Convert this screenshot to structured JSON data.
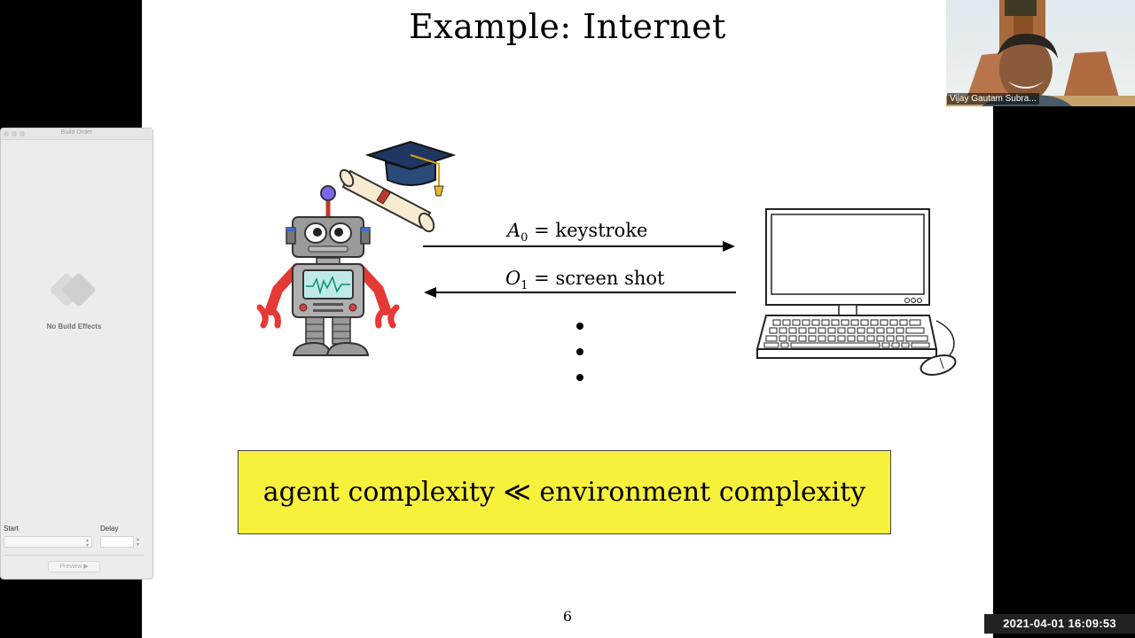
{
  "slide": {
    "title": "Example: Internet",
    "page_number": "6",
    "action_label": {
      "var": "A",
      "sub": "0",
      "text": " = keystroke"
    },
    "observation_label": {
      "var": "O",
      "sub": "1",
      "text": " = screen shot"
    },
    "callout": "agent complexity ≪ environment complexity"
  },
  "build_panel": {
    "title": "Build Order",
    "empty_state": "No Build Effects",
    "start_label": "Start",
    "delay_label": "Delay",
    "preview_label": "Preview ▶"
  },
  "video": {
    "participant_name": "Vijay Gautam Subra..."
  },
  "timestamp": "2021-04-01  16:09:53"
}
